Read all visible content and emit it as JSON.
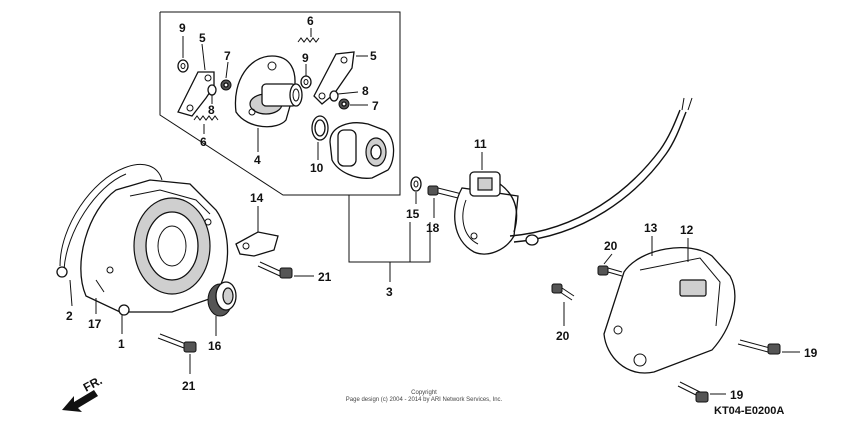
{
  "callouts": {
    "c9a": "9",
    "c5a": "5",
    "c7a": "7",
    "c8a": "8",
    "c6a": "6",
    "c6b": "6",
    "c9b": "9",
    "c5b": "5",
    "c8b": "8",
    "c7b": "7",
    "c4": "4",
    "c10": "10",
    "c3": "3",
    "c11": "11",
    "c14": "14",
    "c15": "15",
    "c18": "18",
    "c21a": "21",
    "c21b": "21",
    "c2": "2",
    "c17": "17",
    "c1": "1",
    "c16": "16",
    "c13": "13",
    "c12": "12",
    "c20a": "20",
    "c20b": "20",
    "c19a": "19",
    "c19b": "19"
  },
  "front_arrow": "FR.",
  "copyright": {
    "line1": "Copyright",
    "line2": "Page design (c) 2004 - 2014 by ARI Network Services, Inc."
  },
  "diagram_code": "KT04-E0200A"
}
